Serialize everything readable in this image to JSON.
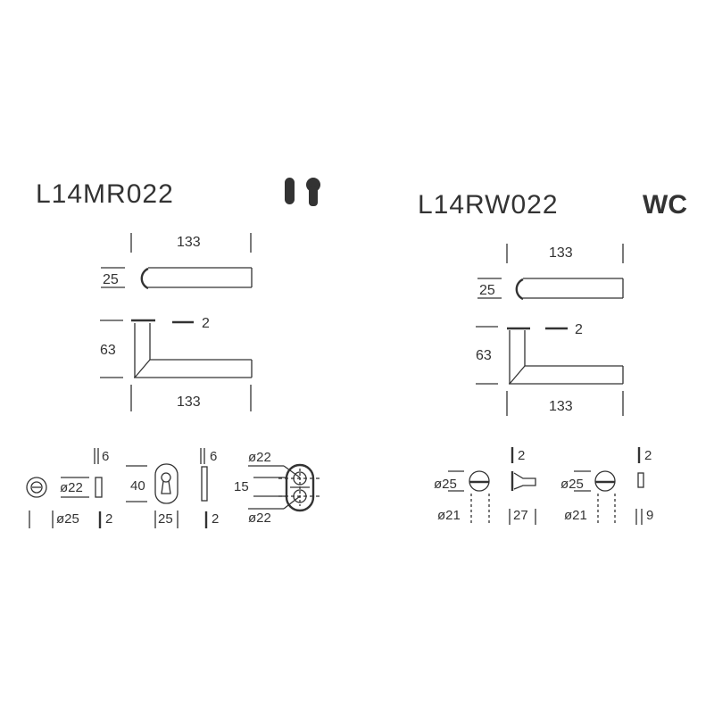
{
  "left": {
    "model": "L14MR022",
    "icon": "key-cylinder-icon",
    "length_top": "133",
    "rose_dim": "25",
    "height": "63",
    "offset": "2",
    "length_bottom": "133",
    "escutcheon": {
      "proj": "6",
      "inner_dia": "ø22",
      "outer_dia": "ø25",
      "thick": "2"
    },
    "profile": {
      "height": "40",
      "width": "25",
      "proj": "6",
      "thick": "2"
    },
    "oval": {
      "top_dia": "ø22",
      "spacing": "15",
      "bottom_dia": "ø22"
    }
  },
  "right": {
    "model": "L14RW022",
    "badge": "WC",
    "length_top": "133",
    "rose_dim": "25",
    "height": "63",
    "offset": "2",
    "length_bottom": "133",
    "thumbturn": {
      "outer_dia": "ø25",
      "inner_dia": "ø21",
      "thick": "2",
      "depth": "27"
    },
    "release": {
      "outer_dia": "ø25",
      "inner_dia": "ø21",
      "thick": "2",
      "depth": "9"
    }
  }
}
